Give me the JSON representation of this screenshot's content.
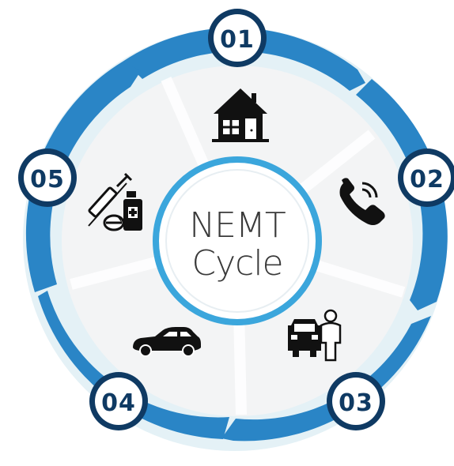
{
  "center": {
    "line1": "NEMT",
    "line2": "Cycle"
  },
  "steps": [
    {
      "label": "01",
      "icon": "house-icon"
    },
    {
      "label": "02",
      "icon": "phone-icon"
    },
    {
      "label": "03",
      "icon": "driver-with-car-icon"
    },
    {
      "label": "04",
      "icon": "car-icon"
    },
    {
      "label": "05",
      "icon": "medication-icon"
    }
  ],
  "colors": {
    "ring_blue": "#2a85c6",
    "ring_outer_light": "#e4f1f6",
    "badge_navy": "#0f3a63",
    "center_circle": "#3ba6dc",
    "icon": "#111111"
  }
}
